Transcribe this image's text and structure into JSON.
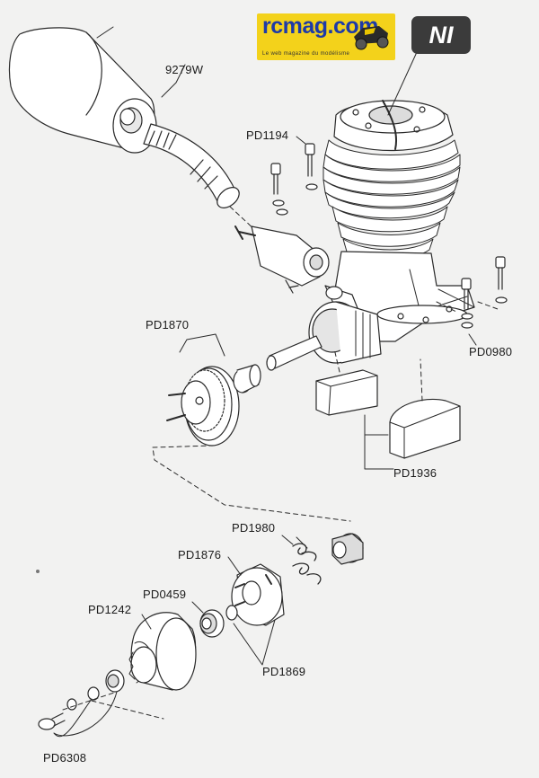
{
  "logo": {
    "word": "rcmag.com",
    "tagline": "Le web magazine du modélisme"
  },
  "badge": {
    "text": "NI"
  },
  "parts": {
    "p9279w": "9279W",
    "pd1194": "PD1194",
    "pd0980": "PD0980",
    "pd1870": "PD1870",
    "pd1936": "PD1936",
    "pd1980": "PD1980",
    "pd1876": "PD1876",
    "pd0459": "PD0459",
    "pd1242": "PD1242",
    "pd1869": "PD1869",
    "pd6308": "PD6308"
  },
  "colors": {
    "line": "#2a2a2a",
    "fill": "#ffffff",
    "shade": "#cfcfcf",
    "logo_bg": "#f3d21b",
    "logo_text": "#1d3aa8",
    "badge_bg": "#3b3b3b"
  }
}
